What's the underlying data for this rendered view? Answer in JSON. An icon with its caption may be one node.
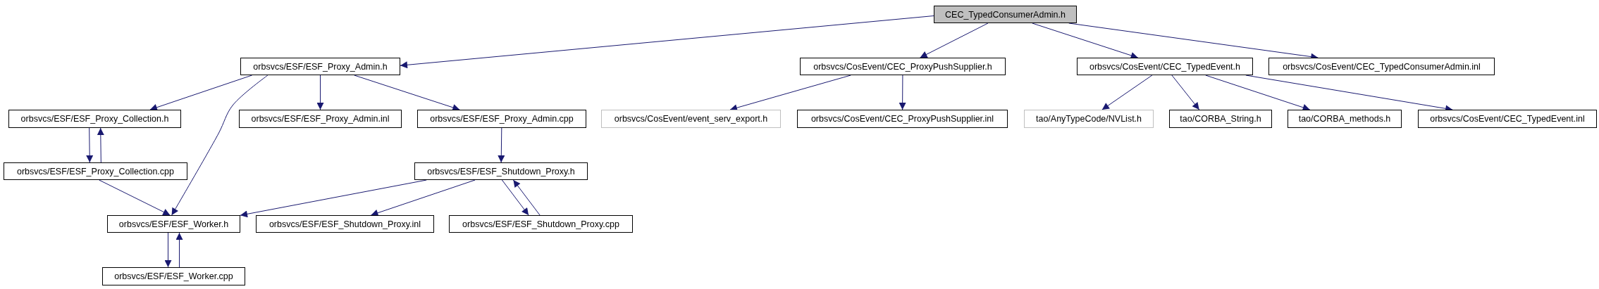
{
  "diagram": {
    "nodes": [
      {
        "text": [
          "CEC_TypedConsumerAdmin.h"
        ]
      },
      {
        "text": [
          "orbsvcs/ESF/ESF_Proxy_Admin.h"
        ]
      },
      {
        "text": [
          "orbsvcs/CosEvent/CEC_ProxyPushSupplier.h"
        ]
      },
      {
        "text": [
          "orbsvcs/CosEvent/CEC_TypedEvent.h"
        ]
      },
      {
        "text": [
          "orbsvcs/CosEvent/CEC_TypedConsumerAdmin.inl"
        ]
      },
      {
        "text": [
          "orbsvcs/ESF/ESF_Proxy_Collection.h"
        ]
      },
      {
        "text": [
          "orbsvcs/ESF/ESF_Proxy_Admin.inl"
        ]
      },
      {
        "text": [
          "orbsvcs/ESF/ESF_Proxy_Admin.cpp"
        ]
      },
      {
        "text": [
          "orbsvcs/CosEvent/event_serv_export.h"
        ]
      },
      {
        "text": [
          "orbsvcs/CosEvent/CEC_ProxyPushSupplier.inl"
        ]
      },
      {
        "text": [
          "tao/AnyTypeCode/NVList.h"
        ]
      },
      {
        "text": [
          "tao/CORBA_String.h"
        ]
      },
      {
        "text": [
          "tao/CORBA_methods.h"
        ]
      },
      {
        "text": [
          "orbsvcs/CosEvent/CEC_TypedEvent.inl"
        ]
      },
      {
        "text": [
          "orbsvcs/ESF/ESF_Proxy_Collection.cpp"
        ]
      },
      {
        "text": [
          "orbsvcs/ESF/ESF_Shutdown_Proxy.h"
        ]
      },
      {
        "text": [
          "orbsvcs/ESF/ESF_Worker.h"
        ]
      },
      {
        "text": [
          "orbsvcs/ESF/ESF_Shutdown_Proxy.inl"
        ]
      },
      {
        "text": [
          "orbsvcs/ESF/ESF_Shutdown_Proxy.cpp"
        ]
      },
      {
        "text": [
          "orbsvcs/ESF/ESF_Worker.cpp"
        ]
      }
    ],
    "edges": [
      {
        "from": 0,
        "to": 1,
        "arrow": "to"
      },
      {
        "from": 0,
        "to": 2,
        "arrow": "to"
      },
      {
        "from": 0,
        "to": 3,
        "arrow": "to"
      },
      {
        "from": 0,
        "to": 4,
        "arrow": "to"
      },
      {
        "from": 1,
        "to": 5,
        "arrow": "to"
      },
      {
        "from": 1,
        "to": 16,
        "arrow": "to"
      },
      {
        "from": 1,
        "to": 6,
        "arrow": "to"
      },
      {
        "from": 1,
        "to": 7,
        "arrow": "to"
      },
      {
        "from": 5,
        "to": 14,
        "arrow": "to"
      },
      {
        "from": 14,
        "to": 5,
        "arrow": "to"
      },
      {
        "from": 14,
        "to": 16,
        "arrow": "to"
      },
      {
        "from": 7,
        "to": 15,
        "arrow": "to"
      },
      {
        "from": 15,
        "to": 16,
        "arrow": "to"
      },
      {
        "from": 15,
        "to": 17,
        "arrow": "to"
      },
      {
        "from": 15,
        "to": 18,
        "arrow": "to"
      },
      {
        "from": 18,
        "to": 15,
        "arrow": "to"
      },
      {
        "from": 16,
        "to": 19,
        "arrow": "to"
      },
      {
        "from": 19,
        "to": 16,
        "arrow": "to"
      },
      {
        "from": 2,
        "to": 8,
        "arrow": "to"
      },
      {
        "from": 2,
        "to": 9,
        "arrow": "to"
      },
      {
        "from": 3,
        "to": 10,
        "arrow": "to"
      },
      {
        "from": 3,
        "to": 11,
        "arrow": "to"
      },
      {
        "from": 3,
        "to": 12,
        "arrow": "to"
      },
      {
        "from": 3,
        "to": 13,
        "arrow": "to"
      }
    ]
  }
}
